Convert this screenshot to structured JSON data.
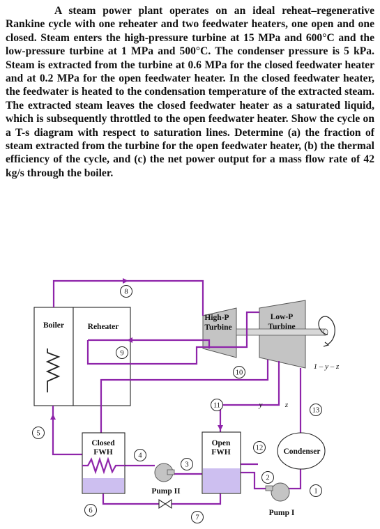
{
  "problem": {
    "text": "A steam power plant operates on an ideal reheat–regenerative Rankine cycle with one reheater and two feedwater heaters, one open and one closed. Steam enters the high-pressure turbine at 15 MPa and 600°C and the low-pressure turbine at 1 MPa and 500°C. The condenser pressure is 5 kPa. Steam is extracted from the turbine at 0.6 MPa for the closed feedwater heater and at 0.2 MPa for the open feedwater heater. In the closed feedwater heater, the feedwater is heated to the condensation temperature of the extracted steam. The extracted steam leaves the closed feedwater heater as a saturated liquid, which is subsequently throttled to the open feedwater heater. Show the cycle on a T-s diagram with respect to saturation lines. Determine (a) the fraction of steam extracted from the turbine for the open feedwater heater, (b) the thermal efficiency of the cycle, and (c) the net power output for a mass flow rate of 42 kg/s through the boiler."
  },
  "diagram": {
    "labels": {
      "boiler": "Boiler",
      "reheater": "Reheater",
      "hp_turbine_1": "High-P",
      "hp_turbine_2": "Turbine",
      "lp_turbine_1": "Low-P",
      "lp_turbine_2": "Turbine",
      "closed_fwh_1": "Closed",
      "closed_fwh_2": "FWH",
      "open_fwh_1": "Open",
      "open_fwh_2": "FWH",
      "condenser": "Condenser",
      "pump_1": "Pump I",
      "pump_2": "Pump II",
      "extraction_y": "y",
      "extraction_z": "z",
      "remaining_flow": "1 – y – z"
    },
    "states": [
      "1",
      "2",
      "3",
      "4",
      "5",
      "6",
      "7",
      "8",
      "9",
      "10",
      "11",
      "12",
      "13"
    ]
  },
  "colors": {
    "pipe": "#8e24aa",
    "liquid": "#cdbff0",
    "turbine": "#c4c4c4"
  }
}
